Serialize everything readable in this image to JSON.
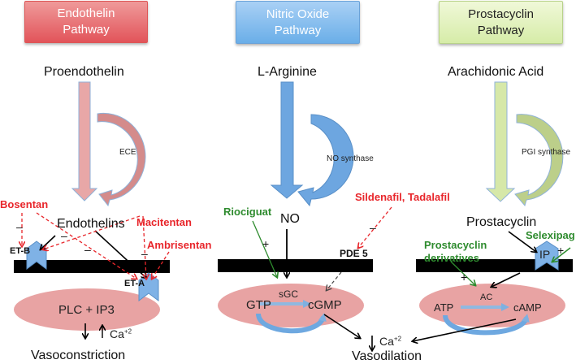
{
  "headers": {
    "endothelin": "Endothelin Pathway",
    "nitric_oxide": "Nitric Oxide Pathway",
    "prostacyclin": "Prostacyclin Pathway"
  },
  "colors": {
    "endothelin_accent": "#e2545a",
    "nitric_oxide_accent": "#6aaee8",
    "prostacyclin_accent": "#d6eca8",
    "inhibitor_drug": "#e8262b",
    "agonist_drug": "#2e8b2e",
    "membrane": "#000000",
    "cell_interior": "#e8a3a3"
  },
  "endothelin": {
    "precursor": "Proendothelin",
    "enzyme": "ECE",
    "product": "Endothelins",
    "receptor_b": "ET-B",
    "receptor_a": "ET-A",
    "drugs": [
      "Bosentan",
      "Macitentan",
      "Ambrisentan"
    ],
    "second_messenger": "PLC + IP3",
    "calcium": "Ca",
    "calcium_charge": "+2",
    "outcome": "Vasoconstriction",
    "inhibit_sign": "–"
  },
  "nitric_oxide": {
    "precursor": "L-Arginine",
    "enzyme": "NO synthase",
    "product": "NO",
    "stimulator_drug": "Riociguat",
    "inhibitor_drugs": "Sildenafil, Tadalafil",
    "target_enzyme": "PDE 5",
    "cyclase": "sGC",
    "substrate": "GTP",
    "second_messenger": "cGMP",
    "stimulate_sign": "+",
    "inhibit_sign": "–"
  },
  "prostacyclin": {
    "precursor": "Arachidonic Acid",
    "enzyme": "PGI synthase",
    "product": "Prostacyclin",
    "receptor": "IP",
    "drugs": [
      "Prostacyclin derivatives",
      "Selexipag"
    ],
    "cyclase": "AC",
    "substrate": "ATP",
    "second_messenger": "cAMP",
    "stimulate_sign": "+"
  },
  "shared_outcome": {
    "calcium": "Ca",
    "calcium_charge": "+2",
    "outcome": "Vasodilation"
  }
}
